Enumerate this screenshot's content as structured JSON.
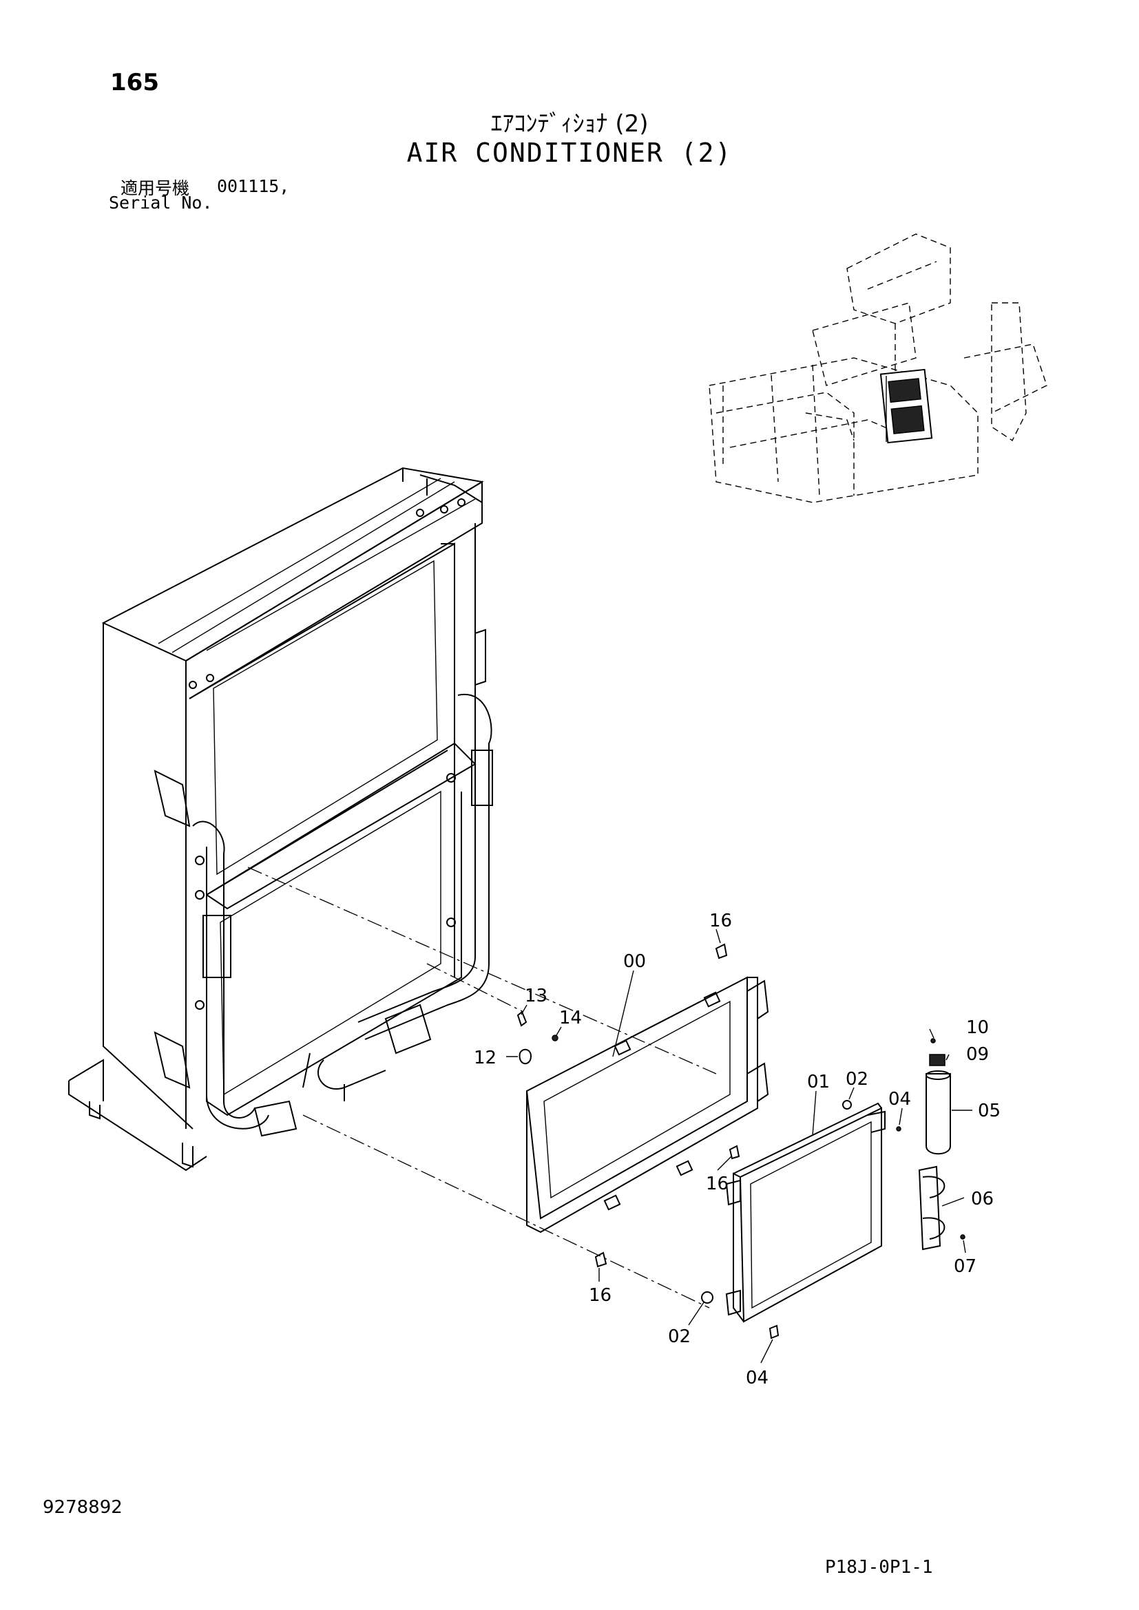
{
  "header": {
    "page_number": "165",
    "title_jp": "ｴｱｺﾝﾃﾞｨｼｮﾅ (2)",
    "title_en": "AIR CONDITIONER (2)",
    "serial_label_jp": "適用号機",
    "serial_value": "001115,",
    "serial_label_en": "Serial No."
  },
  "footer": {
    "document_number": "9278892",
    "page_code": "P18J-0P1-1"
  },
  "callouts": [
    "16",
    "00",
    "13",
    "14",
    "12",
    "10",
    "09",
    "01",
    "02",
    "04",
    "05",
    "16",
    "06",
    "16",
    "07",
    "02",
    "04"
  ]
}
